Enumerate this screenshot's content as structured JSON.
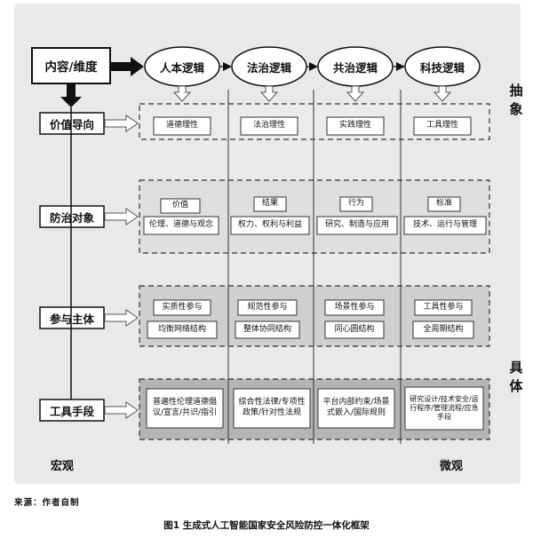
{
  "diagram": {
    "corner_label": "内容/维度",
    "columns": [
      "人本逻辑",
      "法治逻辑",
      "共治逻辑",
      "科技逻辑"
    ],
    "rows": [
      {
        "label": "价值导向",
        "cells": [
          {
            "top": "道德理性"
          },
          {
            "top": "法治理性"
          },
          {
            "top": "实践理性"
          },
          {
            "top": "工具理性"
          }
        ]
      },
      {
        "label": "防治对象",
        "cells": [
          {
            "top": "价值",
            "bottom": "伦理、道德与观念"
          },
          {
            "top": "结果",
            "bottom": "权力、权利与利益"
          },
          {
            "top": "行为",
            "bottom": "研究、制造与应用"
          },
          {
            "top": "标准",
            "bottom": "技术、运行与管理"
          }
        ]
      },
      {
        "label": "参与主体",
        "cells": [
          {
            "top": "实质性参与",
            "bottom": "均衡网络结构"
          },
          {
            "top": "规范性参与",
            "bottom": "整体协同结构"
          },
          {
            "top": "场景性参与",
            "bottom": "同心圆结构"
          },
          {
            "top": "工具性参与",
            "bottom": "全周期结构"
          }
        ]
      },
      {
        "label": "工具手段",
        "cells": [
          {
            "top": "普遍性伦理道德倡议/宣言/共识/指引"
          },
          {
            "top": "综合性法律/专项性政策/针对性法规"
          },
          {
            "top": "平台内部约束/场景式嵌入/国际规则"
          },
          {
            "top": "研究设计/技术安全/运行程序/管理流程/应急手段"
          }
        ]
      }
    ],
    "side_top": "抽象",
    "side_bottom": "具体",
    "bottom_left": "宏观",
    "bottom_right": "微观"
  },
  "source_note": "来源：作者自制",
  "caption": "图1 生成式人工智能国家安全风险防控一体化框架",
  "colors": {
    "frame_bg": "#e9e9e9",
    "row_band_1": "#ebebeb",
    "row_band_2": "#dedede",
    "row_band_3": "#cfcfcf",
    "row_band_4": "#b4b4b4",
    "box_fill": "#ffffff",
    "stroke": "#222222"
  }
}
